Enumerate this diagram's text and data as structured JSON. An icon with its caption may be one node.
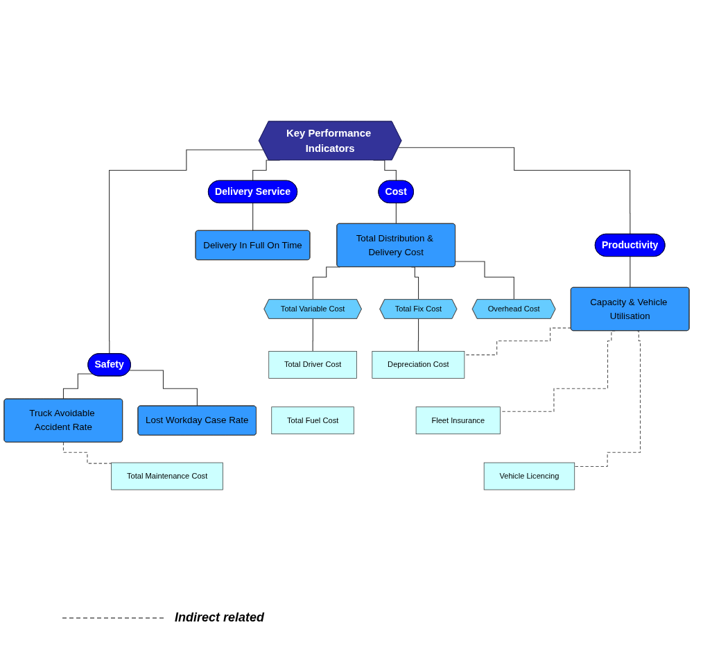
{
  "diagram": {
    "nodes": [
      {
        "text": [
          "Key Performance Indicators"
        ]
      },
      {
        "text": [
          "Safety"
        ]
      },
      {
        "text": [
          "Delivery Service"
        ]
      },
      {
        "text": [
          "Cost"
        ]
      },
      {
        "text": [
          "Productivity"
        ]
      },
      {
        "text": [
          "Truck Avoidable Accident Rate"
        ]
      },
      {
        "text": [
          "Lost Workday Case Rate"
        ]
      },
      {
        "text": [
          "Delivery In Full On Time"
        ]
      },
      {
        "text": [
          "Total Distribution & Delivery Cost"
        ]
      },
      {
        "text": [
          "Capacity & Vehicle Utilisation"
        ]
      },
      {
        "text": [
          "Total Variable Cost"
        ]
      },
      {
        "text": [
          "Total Fix Cost"
        ]
      },
      {
        "text": [
          "Overhead Cost"
        ]
      },
      {
        "text": [
          "Total Driver Cost"
        ]
      },
      {
        "text": [
          "Total Fuel Cost"
        ]
      },
      {
        "text": [
          "Total Maintenance Cost"
        ]
      },
      {
        "text": [
          "Depreciation Cost"
        ]
      },
      {
        "text": [
          "Fleet Insurance"
        ]
      },
      {
        "text": [
          "Vehicle Licencing"
        ]
      }
    ],
    "edges": [
      {
        "from": 0,
        "to": 1,
        "arrow": "none"
      },
      {
        "from": 0,
        "to": 2,
        "arrow": "none"
      },
      {
        "from": 0,
        "to": 3,
        "arrow": "none"
      },
      {
        "from": 0,
        "to": 4,
        "arrow": "none"
      },
      {
        "from": 1,
        "to": 5,
        "arrow": "none"
      },
      {
        "from": 1,
        "to": 6,
        "arrow": "none"
      },
      {
        "from": 2,
        "to": 7,
        "arrow": "none"
      },
      {
        "from": 3,
        "to": 8,
        "arrow": "none"
      },
      {
        "from": 4,
        "to": 9,
        "arrow": "none"
      },
      {
        "from": 8,
        "to": 10,
        "arrow": "none"
      },
      {
        "from": 8,
        "to": 11,
        "arrow": "none"
      },
      {
        "from": 8,
        "to": 12,
        "arrow": "none"
      },
      {
        "from": 10,
        "to": 13,
        "arrow": "none"
      },
      {
        "from": 11,
        "to": 16,
        "arrow": "none"
      },
      {
        "from": 5,
        "to": 15,
        "arrow": "none",
        "style": "dashed"
      },
      {
        "from": 9,
        "to": 16,
        "arrow": "none",
        "style": "dashed"
      },
      {
        "from": 9,
        "to": 17,
        "arrow": "none",
        "style": "dashed"
      },
      {
        "from": 9,
        "to": 18,
        "arrow": "none",
        "style": "dashed"
      }
    ],
    "legend": [
      {
        "text": "Indirect related"
      }
    ]
  }
}
